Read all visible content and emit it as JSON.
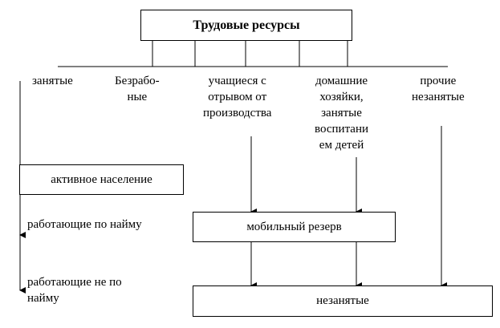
{
  "diagram": {
    "root": "Трудовые ресурсы",
    "categories": {
      "employed": "занятые",
      "unemployed_line1": "Безрабо-",
      "unemployed_line2": "ные",
      "students_line1": "учащиеся с",
      "students_line2": "отрывом от",
      "students_line3": "производства",
      "housewives_line1": "домашние",
      "housewives_line2": "хозяйки,",
      "housewives_line3": "занятые",
      "housewives_line4": "воспитани",
      "housewives_line5": "ем детей",
      "other_line1": "прочие",
      "other_line2": "незанятые"
    },
    "active_population": "активное население",
    "hired_workers": "работающие по найму",
    "non_hired_line1": "работающие не по",
    "non_hired_line2": "найму",
    "mobile_reserve": "мобильный резерв",
    "unoccupied": "незанятые",
    "stroke_color": "#000000"
  }
}
